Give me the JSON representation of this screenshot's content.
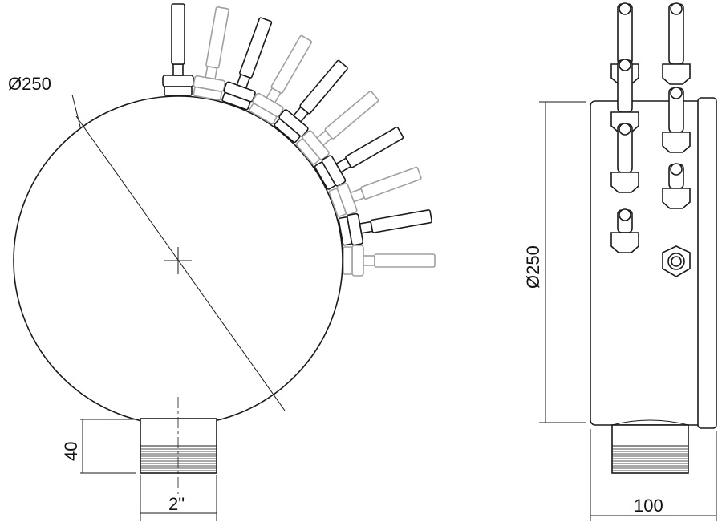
{
  "front_view": {
    "diameter_label": "Ø250",
    "neck_height_label": "40",
    "thread_label": "2\"",
    "fittings_count": 10
  },
  "side_view": {
    "diameter_label": "Ø250",
    "width_label": "100"
  },
  "colors": {
    "line": "#1a1a1a",
    "ghost": "#a0a0a0"
  }
}
